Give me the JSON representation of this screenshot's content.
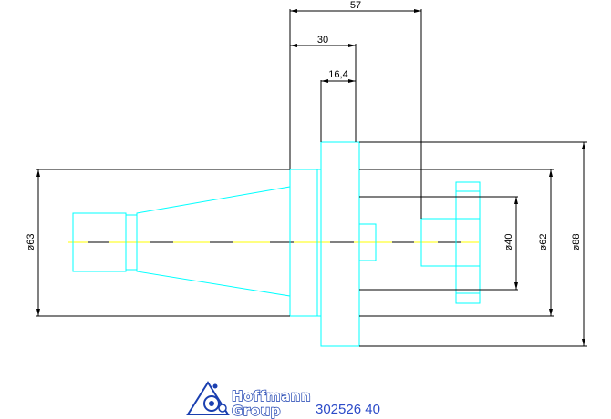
{
  "drawing": {
    "part_outline_color": "#00ffff",
    "dimension_line_color": "#000000",
    "centerline_color": "#ffff00",
    "dimensions": {
      "top_length": "57",
      "middle_length": "30",
      "short_length": "16,4",
      "dia_left": "ø63",
      "dia_inner": "ø40",
      "dia_middle": "ø62",
      "dia_outer": "ø88"
    }
  },
  "footer": {
    "logo_line1": "Hoffmann",
    "logo_line2": "Group",
    "part_number": "302526 40",
    "brand_color": "#1a3fb0"
  }
}
